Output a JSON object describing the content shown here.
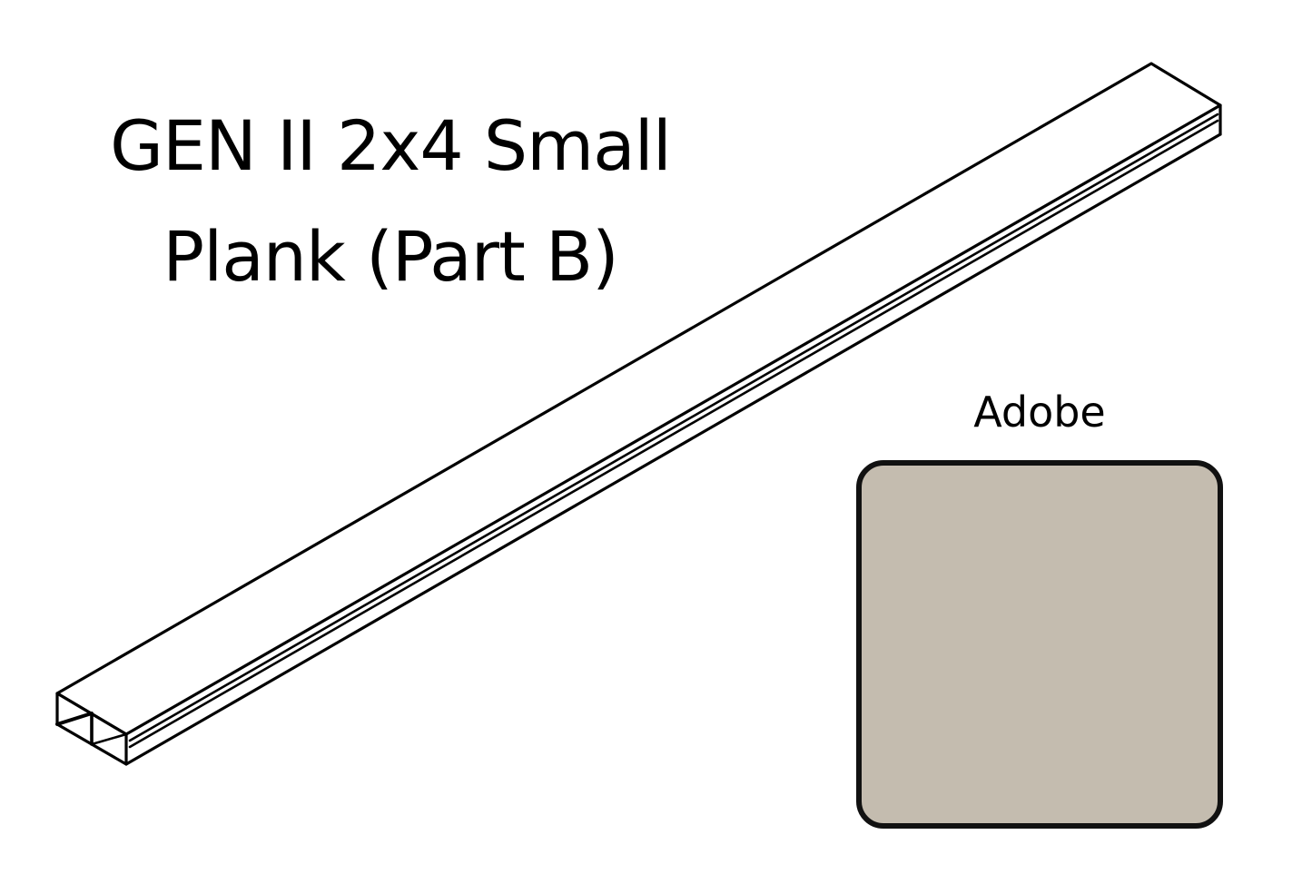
{
  "title": {
    "line1": "GEN II 2x4 Small",
    "line2": "Plank (Part B)"
  },
  "swatch": {
    "label": "Adobe",
    "color": "#c4bcaf",
    "border_color": "#111111"
  },
  "drawing": {
    "subject": "isometric line drawing of a long hollow rectangular plank with two internal chambers",
    "stroke_color": "#000000"
  }
}
